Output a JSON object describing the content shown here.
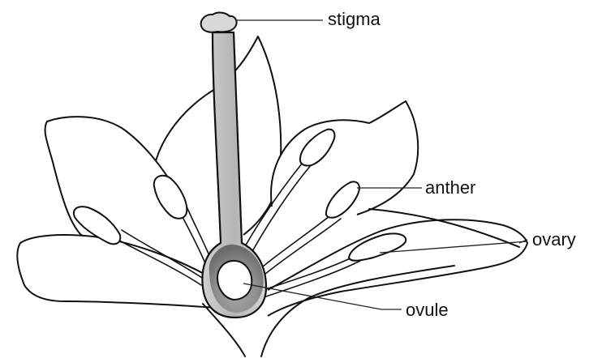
{
  "labels": {
    "stigma": "stigma",
    "anther": "anther",
    "ovary": "ovary",
    "ovule": "ovule"
  },
  "colors": {
    "line": "#111111",
    "shade": "#8a8a8a",
    "background": "#ffffff"
  }
}
